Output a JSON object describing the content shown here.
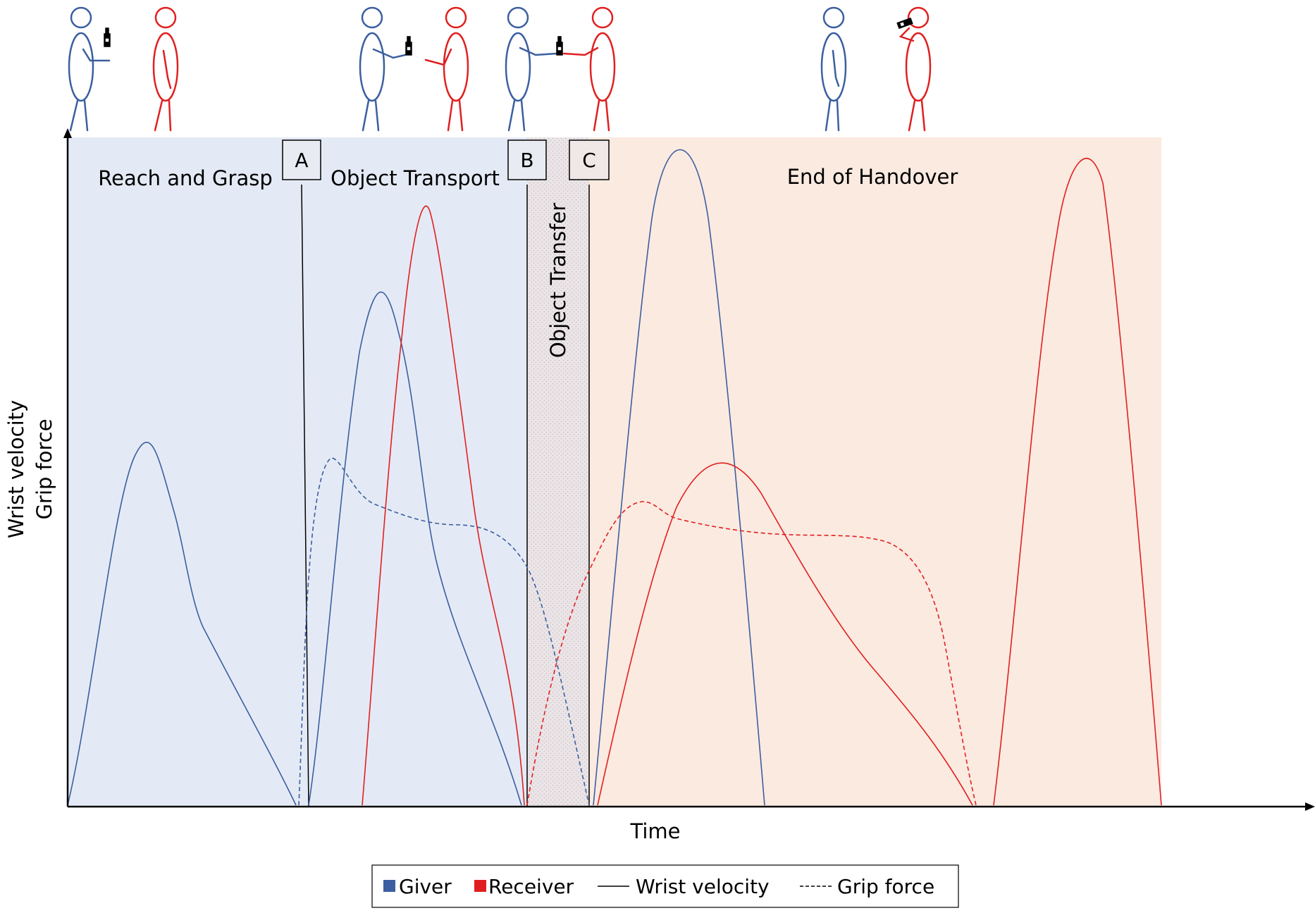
{
  "axes": {
    "ylabel_line1": "Wrist velocity",
    "ylabel_line2": "Grip force",
    "xlabel": "Time"
  },
  "phases": {
    "reach": "Reach and Grasp",
    "transport": "Object Transport",
    "transfer": "Object Transfer",
    "end": "End of Handover"
  },
  "markers": {
    "a": "A",
    "b": "B",
    "c": "C"
  },
  "legend": {
    "giver": "Giver",
    "receiver": "Receiver",
    "velocity": "Wrist velocity",
    "grip": "Grip force"
  },
  "colors": {
    "giver": "#3b5fa0",
    "receiver": "#e02020",
    "phase_blue": "#e4eaf5",
    "phase_peach": "#fbeae0",
    "phase_grey": "#eae4e6"
  }
}
